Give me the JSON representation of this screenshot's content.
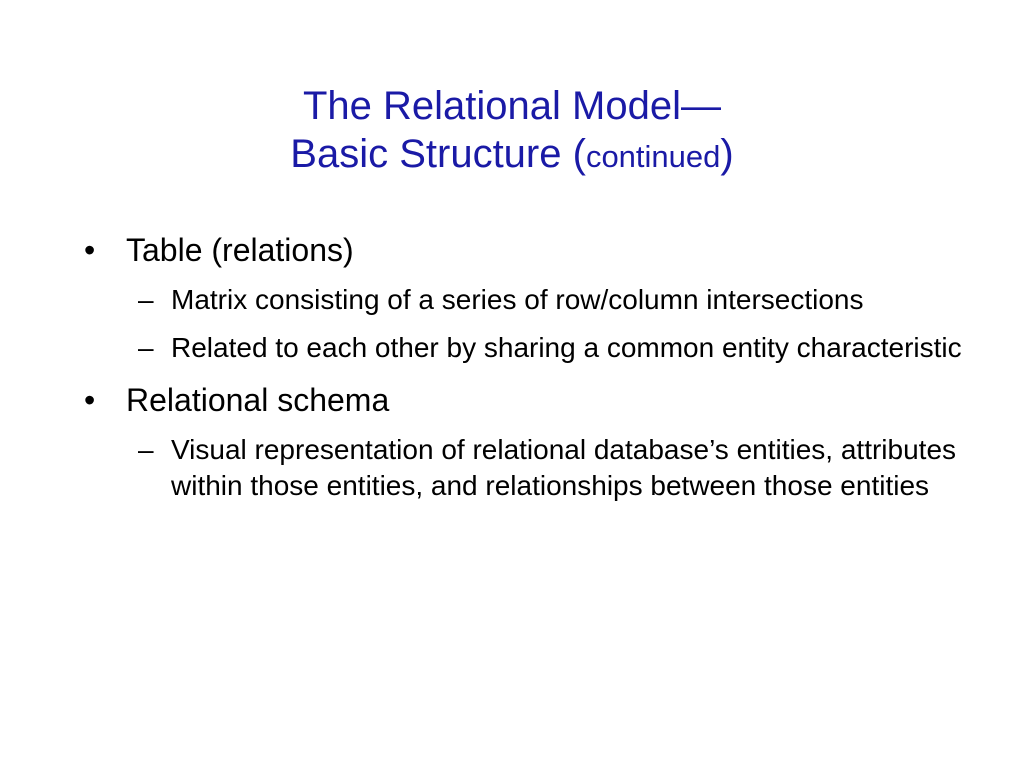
{
  "slide": {
    "title": {
      "line1": "The Relational Model—",
      "line2_prefix": "Basic Structure (",
      "line2_small": "continued",
      "line2_suffix": ")"
    },
    "bullet_symbol": "•",
    "dash_symbol": "–",
    "bullets": [
      {
        "text": "Table (relations)",
        "subs": [
          "Matrix consisting of a series of row/column intersections",
          "Related to each other by sharing a common entity characteristic"
        ]
      },
      {
        "text": "Relational schema",
        "subs": [
          "Visual representation of relational database’s entities, attributes within those entities, and relationships between those entities"
        ]
      }
    ]
  },
  "colors": {
    "title": "#1a1aa6",
    "body": "#000000",
    "background": "#ffffff"
  }
}
